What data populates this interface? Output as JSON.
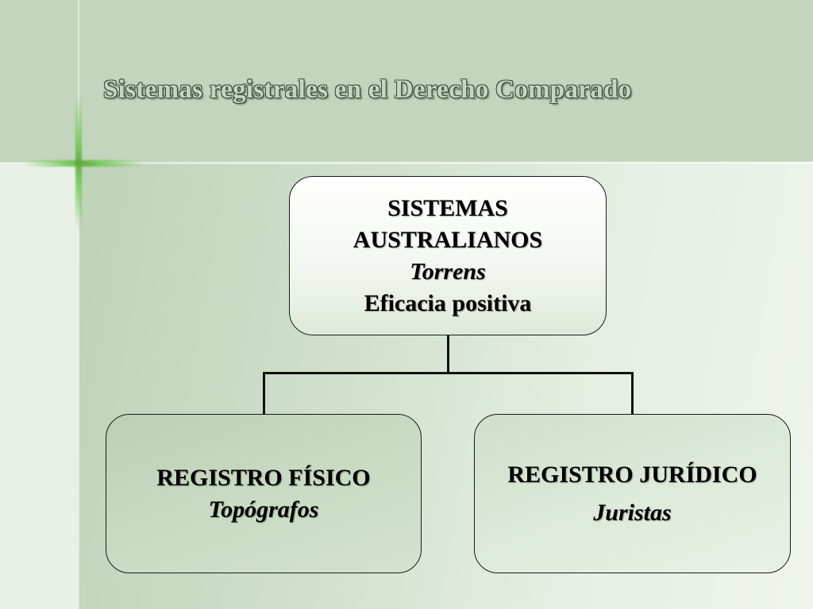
{
  "slide": {
    "title": "Sistemas registrales en el Derecho Comparado"
  },
  "diagram": {
    "root": {
      "line1": "SISTEMAS",
      "line2": "AUSTRALIANOS",
      "line3": "Torrens",
      "line4": "Eficacia positiva"
    },
    "children": [
      {
        "title": "REGISTRO FÍSICO",
        "subtitle": "Topógrafos"
      },
      {
        "title": "REGISTRO JURÍDICO",
        "subtitle": "Juristas"
      }
    ]
  },
  "colors": {
    "header": "#c3d6bd",
    "accent_green": "#6ec850",
    "border": "#1a1a1a"
  }
}
